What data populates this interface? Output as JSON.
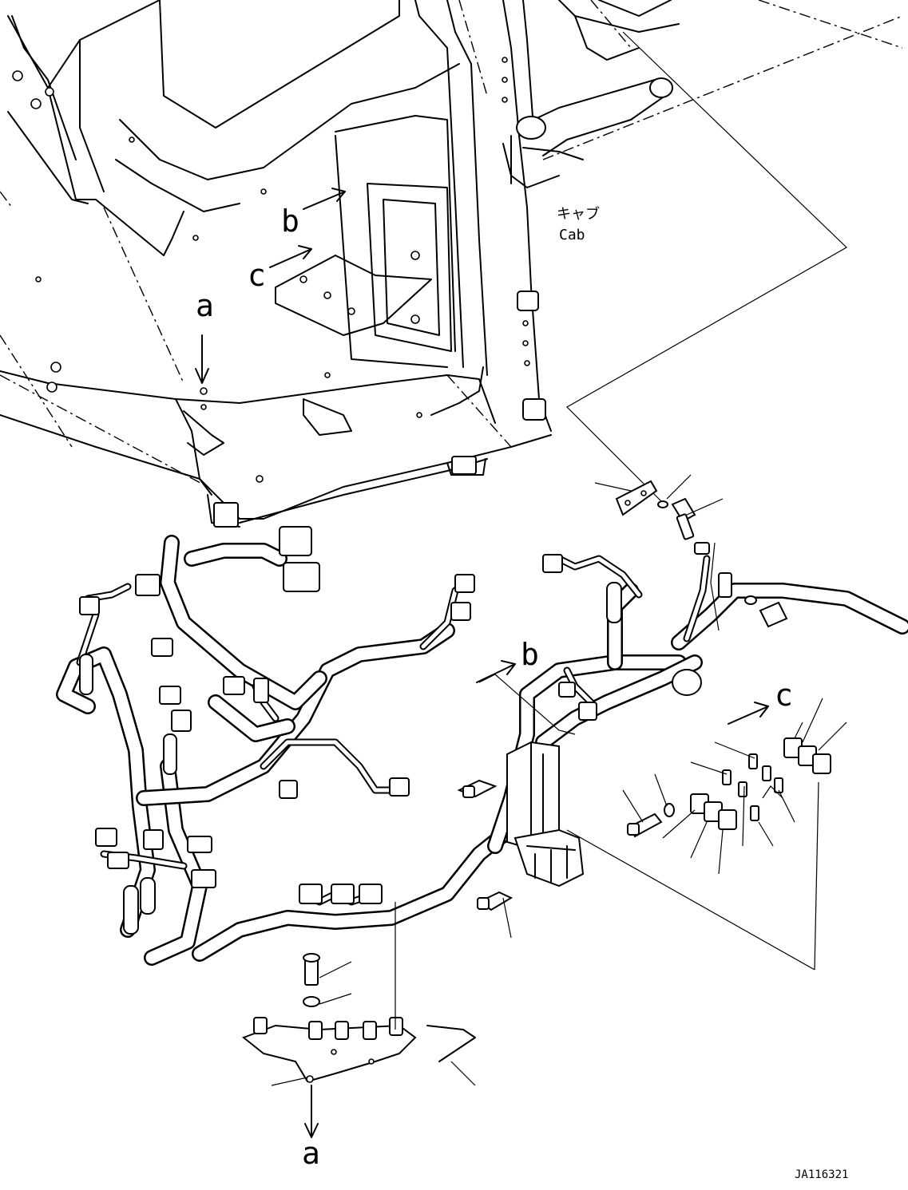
{
  "labels": {
    "cab_jp": "キャブ",
    "cab_en": "Cab",
    "view_a_top": "a",
    "view_b_top": "b",
    "view_c_top": "c",
    "view_b_bottom": "b",
    "view_c_bottom": "c",
    "view_a_bottom": "a",
    "drawing_id": "JA116321"
  },
  "colors": {
    "line": "#000000",
    "background": "#ffffff"
  }
}
